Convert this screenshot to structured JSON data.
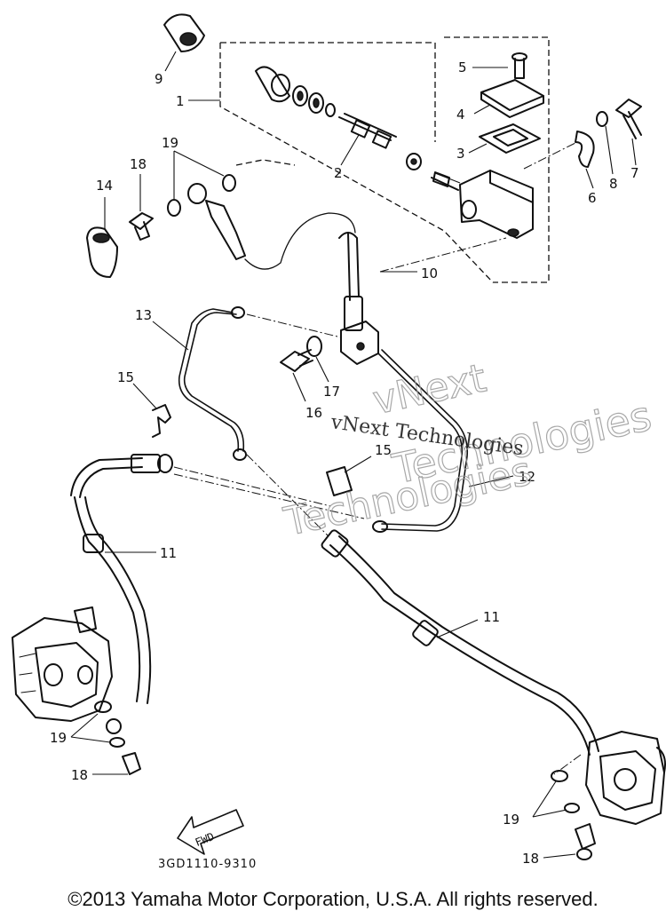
{
  "callouts": {
    "c1": "1",
    "c2": "2",
    "c3": "3",
    "c4": "4",
    "c5": "5",
    "c6": "6",
    "c7": "7",
    "c8": "8",
    "c9": "9",
    "c10": "10",
    "c11a": "11",
    "c11b": "11",
    "c12": "12",
    "c13": "13",
    "c14": "14",
    "c15a": "15",
    "c15b": "15",
    "c16": "16",
    "c17": "17",
    "c18a": "18",
    "c18b": "18",
    "c18c": "18",
    "c19a": "19",
    "c19b": "19",
    "c19c": "19"
  },
  "fwd_label": "FWD",
  "drawing_code": "3GD1110-9310",
  "watermark": {
    "line1": "vNext Technologies",
    "big1": "vNext",
    "big2": "Technologies",
    "big3": "Technologies"
  },
  "footer": "©2013 Yamaha Motor Corporation, U.S.A. All rights reserved."
}
